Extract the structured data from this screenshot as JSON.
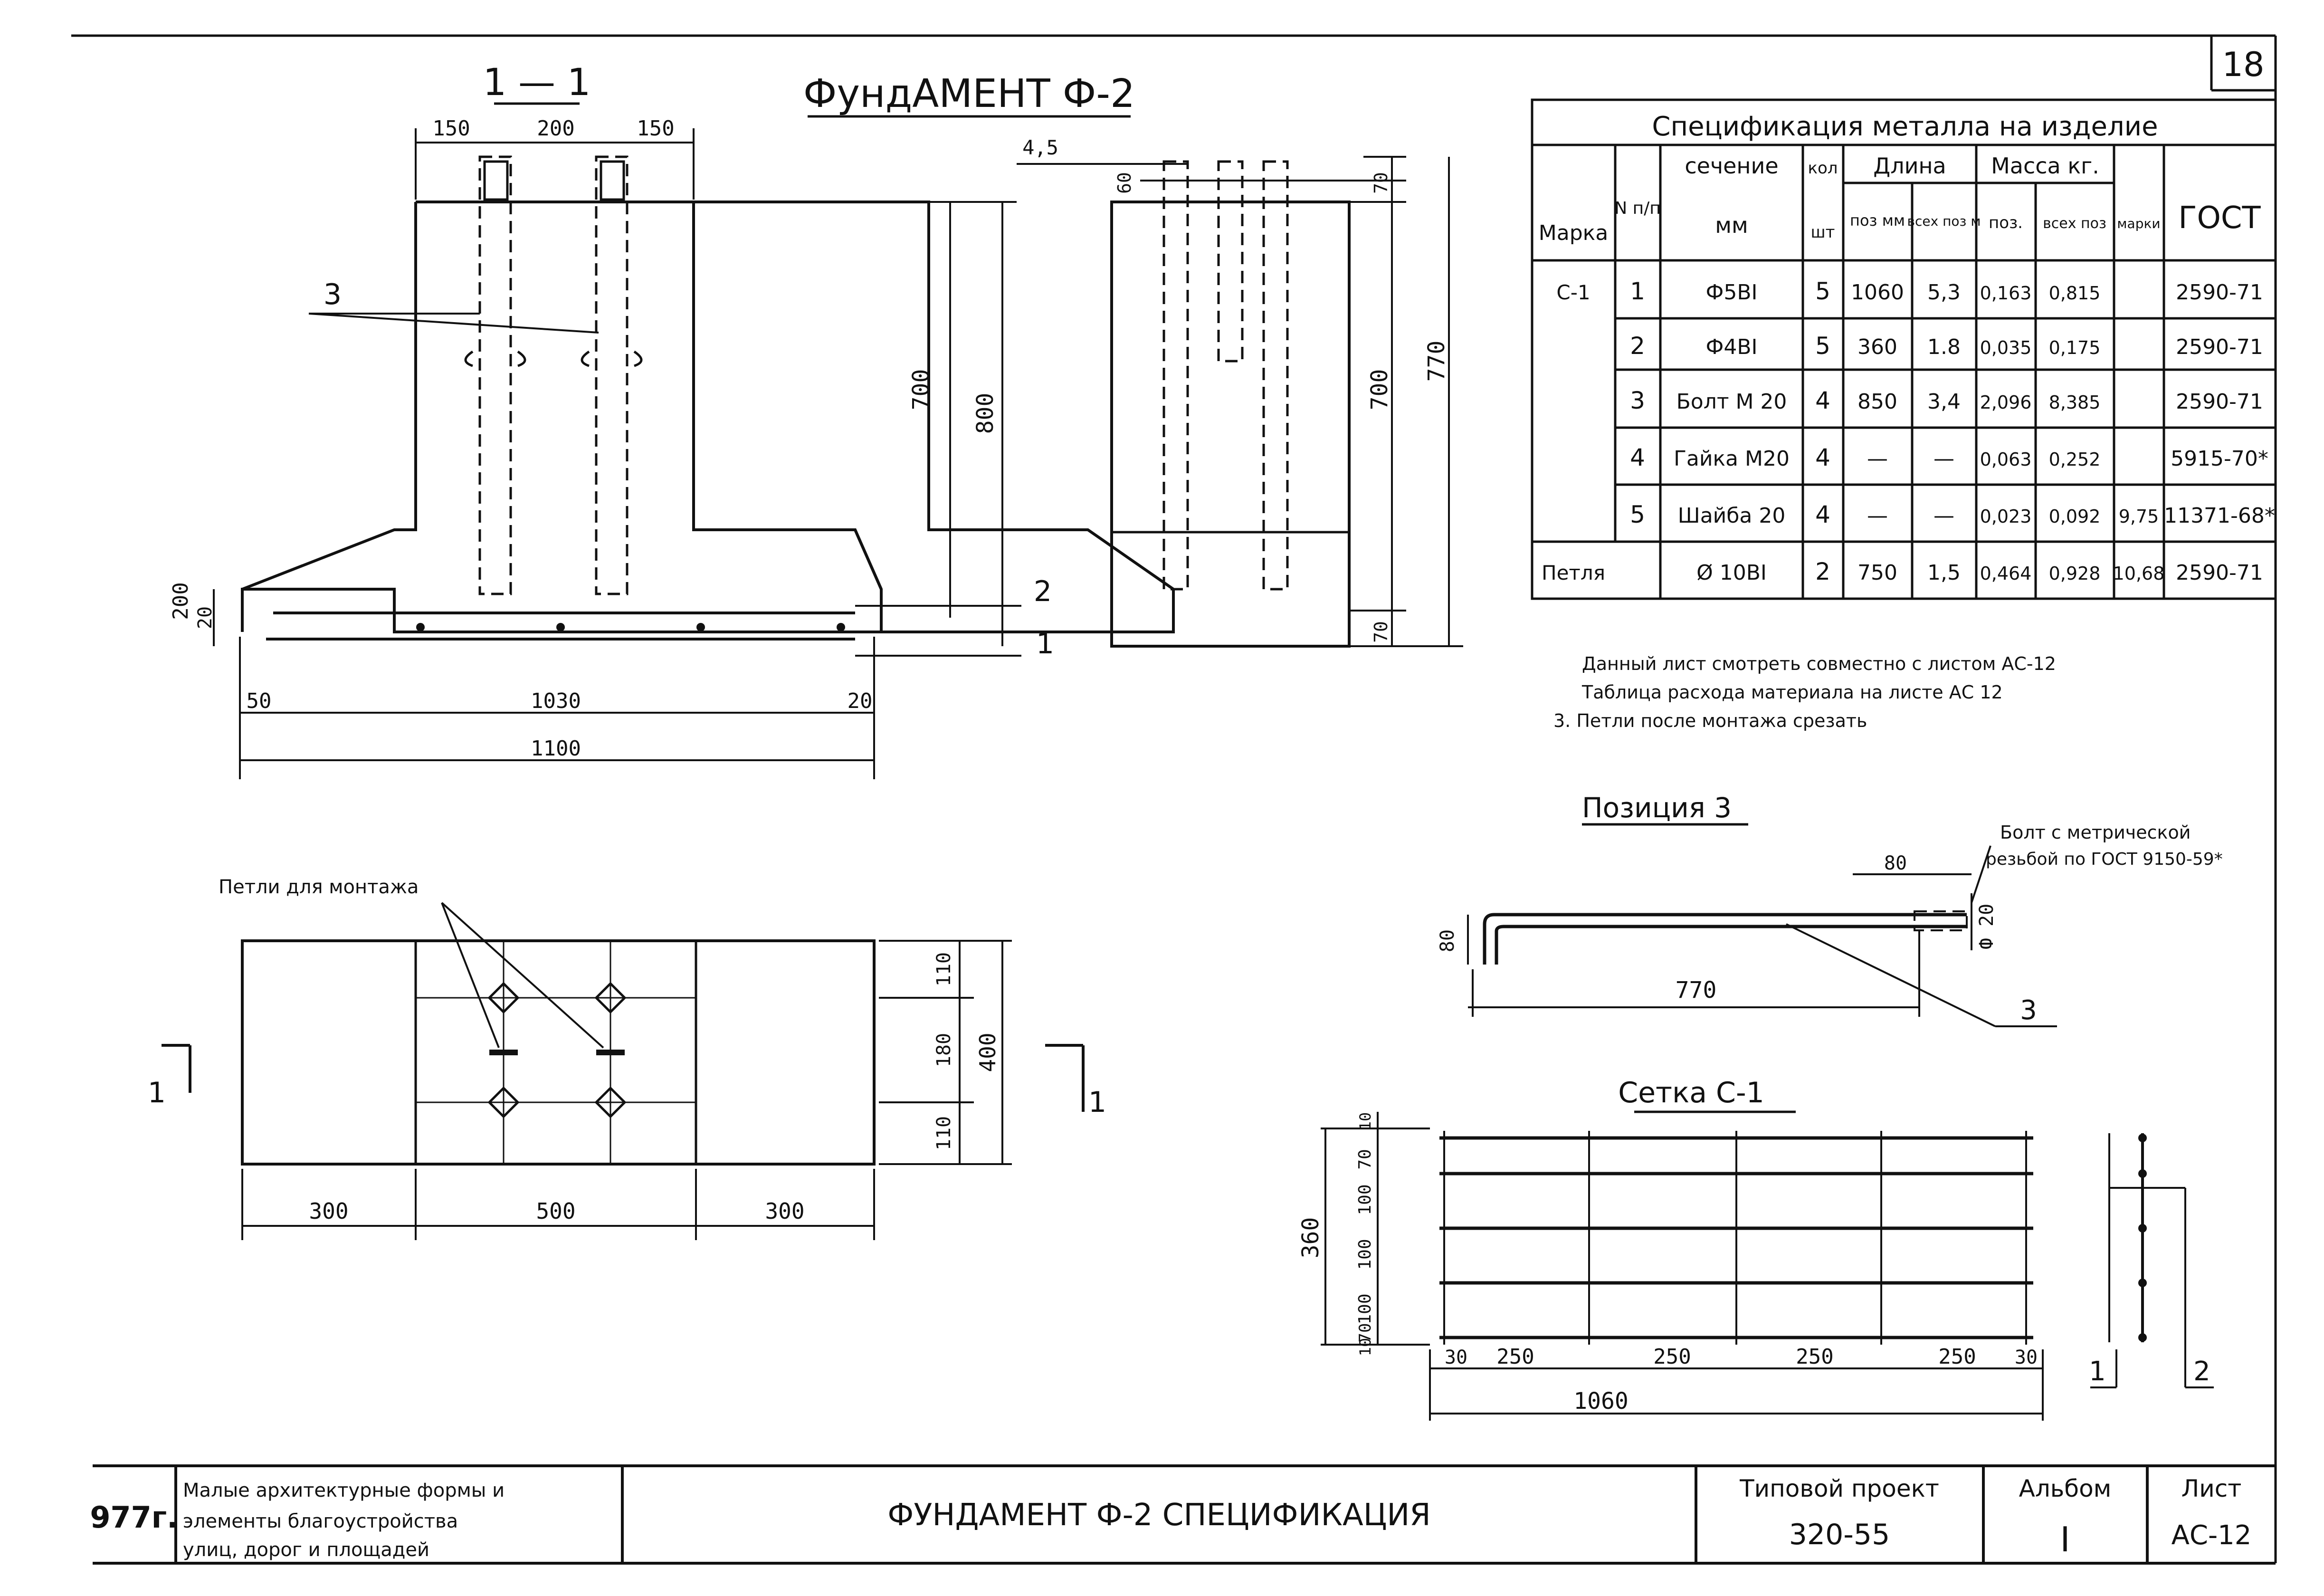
{
  "sheet_number": "18",
  "section": {
    "label": "1 — 1"
  },
  "title": "ФундАМЕНТ Ф-2",
  "section_dims": {
    "top": [
      "150",
      "200",
      "150"
    ],
    "bottom_inner": [
      "50",
      "1030",
      "20"
    ],
    "bottom_total": "1100",
    "left": [
      "200",
      "20"
    ],
    "right": [
      "700",
      "800"
    ],
    "callouts": [
      "3",
      "2",
      "1"
    ]
  },
  "side_view_dims": {
    "a": "4,5",
    "b": "60",
    "c": "70",
    "d": "700",
    "e": "770",
    "f": "70"
  },
  "spec_table": {
    "title": "Спецификация металла на изделие",
    "headers": {
      "marka": "Марка",
      "n": "N п/п",
      "sechenie": "сечение",
      "sechenie_unit": "мм",
      "kol": "кол",
      "kol_unit": "шт",
      "dlina": "Длина",
      "dlina_poz": "поз мм",
      "dlina_vseh": "всех поз м",
      "massa": "Масса кг.",
      "massa_poz": "поз.",
      "massa_vseh": "всех поз",
      "massa_marki": "марки",
      "gost": "ГОСТ"
    },
    "rows": [
      {
        "marka": "С-1",
        "n": "1",
        "sech": "Ф5ВI",
        "kol": "5",
        "len_poz": "1060",
        "len_all": "5,3",
        "m_poz": "0,163",
        "m_all": "0,815",
        "m_mark": "",
        "gost": "2590-71"
      },
      {
        "marka": "",
        "n": "2",
        "sech": "Ф4ВI",
        "kol": "5",
        "len_poz": "360",
        "len_all": "1.8",
        "m_poz": "0,035",
        "m_all": "0,175",
        "m_mark": "",
        "gost": "2590-71"
      },
      {
        "marka": "",
        "n": "3",
        "sech": "Болт М 20",
        "kol": "4",
        "len_poz": "850",
        "len_all": "3,4",
        "m_poz": "2,096",
        "m_all": "8,385",
        "m_mark": "",
        "gost": "2590-71"
      },
      {
        "marka": "",
        "n": "4",
        "sech": "Гайка М20",
        "kol": "4",
        "len_poz": "—",
        "len_all": "—",
        "m_poz": "0,063",
        "m_all": "0,252",
        "m_mark": "",
        "gost": "5915-70*"
      },
      {
        "marka": "",
        "n": "5",
        "sech": "Шайба 20",
        "kol": "4",
        "len_poz": "—",
        "len_all": "—",
        "m_poz": "0,023",
        "m_all": "0,092",
        "m_mark": "9,75",
        "gost": "11371-68*"
      },
      {
        "marka": "Петля",
        "n": "",
        "sech": "Ø 10ВI",
        "kol": "2",
        "len_poz": "750",
        "len_all": "1,5",
        "m_poz": "0,464",
        "m_all": "0,928",
        "m_mark": "10,68",
        "gost": "2590-71"
      }
    ]
  },
  "notes": [
    "Данный лист смотреть совместно с листом АС-12",
    "Таблица расхода материала на листе АС 12",
    "3. Петли после монтажа срезать"
  ],
  "plan": {
    "label": "Петли для монтажа",
    "dims_bottom": [
      "300",
      "500",
      "300"
    ],
    "dims_right": [
      "110",
      "180",
      "110"
    ],
    "dim_total": "400",
    "section_marks": [
      "1",
      "1"
    ]
  },
  "position3": {
    "title": "Позиция 3",
    "note_line1": "Болт с метрической",
    "note_line2": "резьбой по ГОСТ 9150-59*",
    "dims": {
      "top": "80",
      "left": "80",
      "length": "770",
      "dia": "Ф 20",
      "callout": "3"
    }
  },
  "setka": {
    "title": "Сетка С-1",
    "dims_bottom": [
      "30",
      "250",
      "250",
      "250",
      "250",
      "30"
    ],
    "dim_total": "1060",
    "dims_left": [
      "10",
      "70",
      "100",
      "100",
      "100",
      "70",
      "10"
    ],
    "dim_height": "360",
    "callouts": [
      "1",
      "2"
    ]
  },
  "title_block": {
    "code": "977г.",
    "org_lines": [
      "Малые архитектурные формы и",
      "элементы благоустройства",
      "улиц, дорог и площадей"
    ],
    "sheet_title": "ФУНДАМЕНТ Ф-2   СПЕЦИФИКАЦИЯ",
    "project_label": "Типовой проект",
    "project_value": "320-55",
    "album_label": "Альбом",
    "album_value": "I",
    "sheet_label": "Лист",
    "sheet_value": "АС-12"
  }
}
